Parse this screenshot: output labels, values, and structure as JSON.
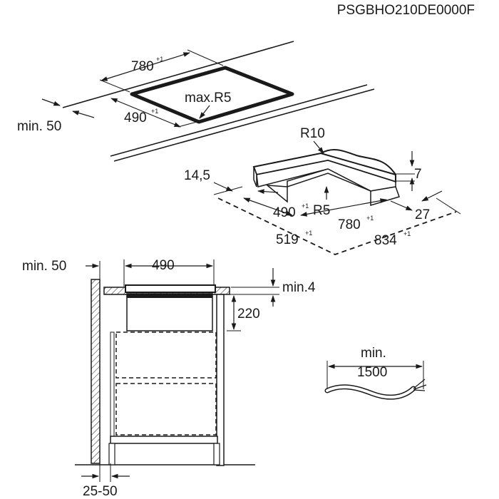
{
  "document": {
    "code": "PSGBHO210DE0000F"
  },
  "top_view": {
    "width_label": "780",
    "width_tol": "+1",
    "depth_label": "490",
    "depth_tol": "+1",
    "radius_label": "max.R5",
    "min_edge_label": "min. 50"
  },
  "frame_view": {
    "radius_outer": "R10",
    "height_label": "7",
    "offset_label": "14,5",
    "depth_label": "490",
    "depth_tol": "+1",
    "radius_inner": "R5",
    "width_label": "780",
    "width_tol": "+1",
    "rim_label": "27",
    "outer_depth_label": "519",
    "outer_depth_tol": "+1",
    "outer_width_label": "834",
    "outer_width_tol": "+1"
  },
  "side_view": {
    "min_wall_label": "min. 50",
    "depth_label": "490",
    "min_gap_label": "min.4",
    "drop_label": "220",
    "panel_gap_label": "25-50"
  },
  "cable": {
    "label_line1": "min.",
    "label_line2": "1500"
  }
}
